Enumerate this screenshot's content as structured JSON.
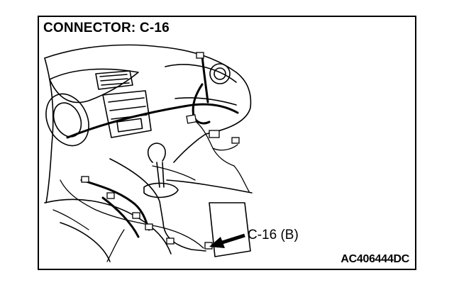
{
  "figure": {
    "title": "CONNECTOR: C-16",
    "callout_label": "C-16 (B)",
    "figure_code": "AC406444DC",
    "colors": {
      "line": "#000000",
      "background": "#ffffff"
    }
  }
}
